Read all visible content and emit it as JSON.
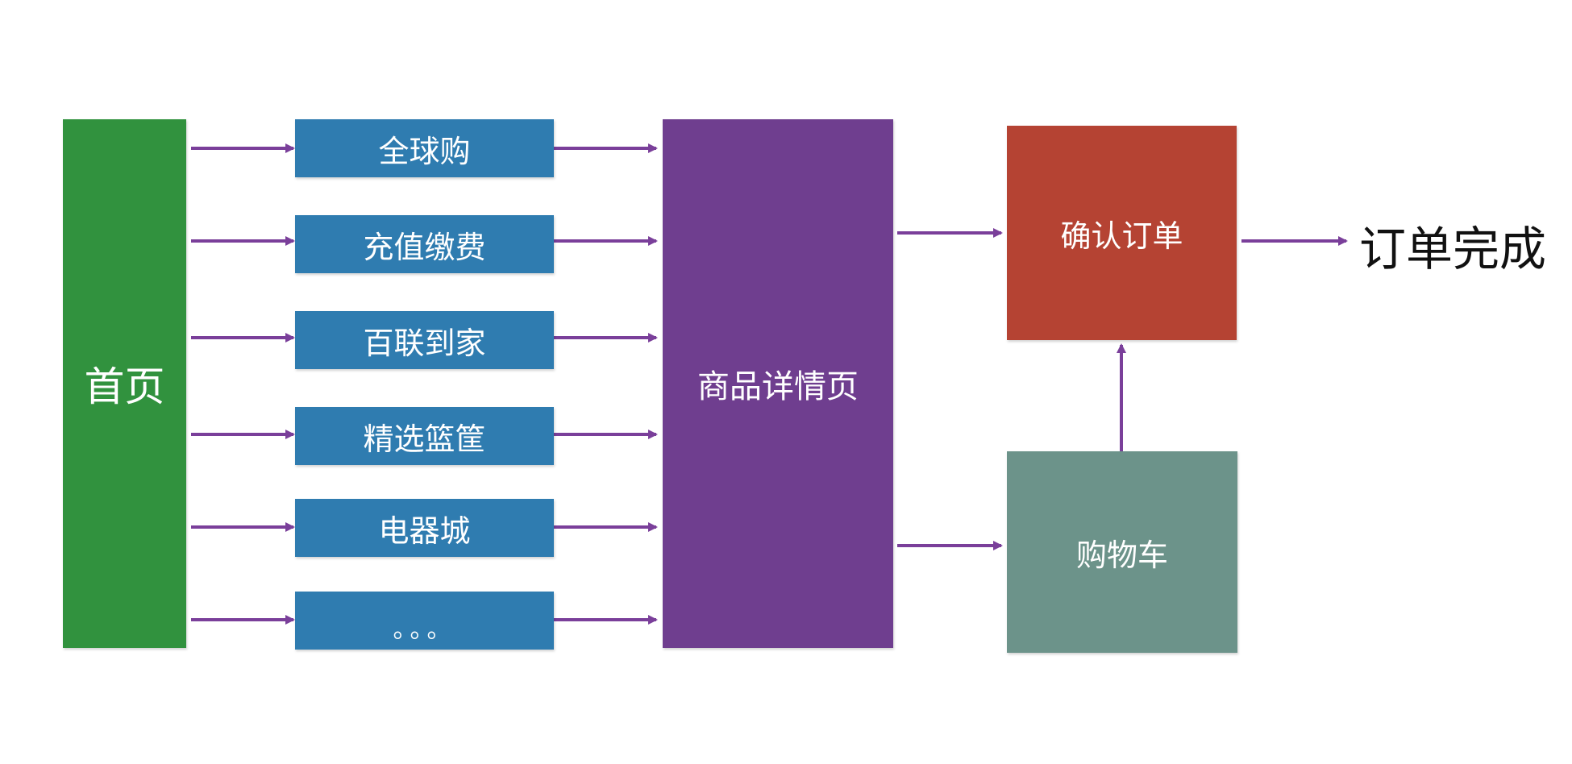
{
  "colors": {
    "home": "#31923e",
    "category": "#2f7cb0",
    "detail": "#6f3e8f",
    "confirm": "#b54333",
    "cart": "#6c938a",
    "arrow": "#7a3f9a"
  },
  "home": {
    "label": "首页"
  },
  "categories": [
    {
      "label": "全球购"
    },
    {
      "label": "充值缴费"
    },
    {
      "label": "百联到家"
    },
    {
      "label": "精选篮筐"
    },
    {
      "label": "电器城"
    },
    {
      "label": "。。。"
    }
  ],
  "detail": {
    "label": "商品详情页"
  },
  "confirm": {
    "label": "确认订单"
  },
  "cart": {
    "label": "购物车"
  },
  "done": {
    "label": "订单完成"
  }
}
